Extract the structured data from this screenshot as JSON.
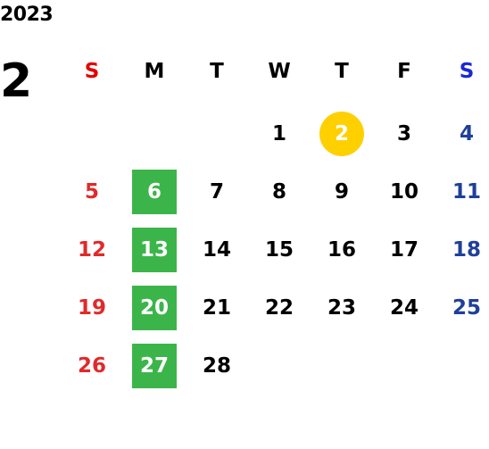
{
  "calendar": {
    "year": "2023",
    "month": "2",
    "weekdays": [
      "S",
      "M",
      "T",
      "W",
      "T",
      "F",
      "S"
    ],
    "weeks": [
      [
        "",
        "",
        "",
        "1",
        "2",
        "3",
        "4"
      ],
      [
        "5",
        "6",
        "7",
        "8",
        "9",
        "10",
        "11"
      ],
      [
        "12",
        "13",
        "14",
        "15",
        "16",
        "17",
        "18"
      ],
      [
        "19",
        "20",
        "21",
        "22",
        "23",
        "24",
        "25"
      ],
      [
        "26",
        "27",
        "28",
        "",
        "",
        "",
        ""
      ]
    ],
    "highlight_green_dates": [
      "6",
      "13",
      "20",
      "27"
    ],
    "highlight_yellow_dates": [
      "2"
    ],
    "colors": {
      "sunday": "#e02a2a",
      "saturday": "#1f3f9a",
      "green_highlight": "#3bb54a",
      "yellow_highlight": "#ffd000"
    }
  }
}
